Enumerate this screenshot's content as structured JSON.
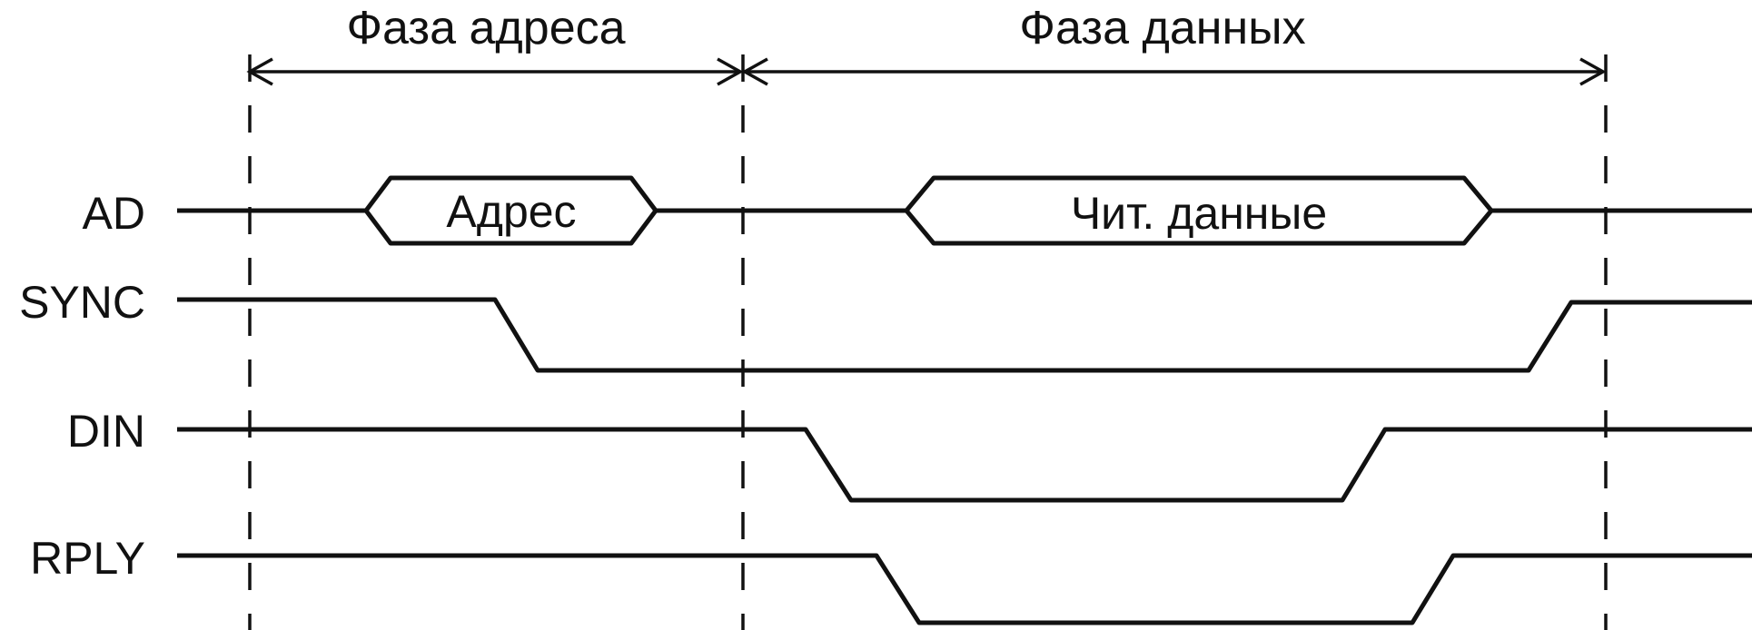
{
  "phases": {
    "address": "Фаза адреса",
    "data": "Фаза данных"
  },
  "signals": {
    "ad": "AD",
    "sync": "SYNC",
    "din": "DIN",
    "rply": "RPLY"
  },
  "bus": {
    "address": "Адрес",
    "read_data": "Чит. данные"
  },
  "colors": {
    "ink": "#111111",
    "background": "#ffffff"
  }
}
